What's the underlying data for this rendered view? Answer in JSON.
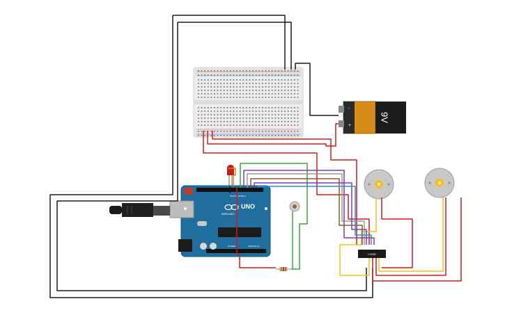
{
  "battery": {
    "label": "9V",
    "minus": "-",
    "plus": "+"
  },
  "arduino": {
    "brand": "UNO",
    "model": "ARDUINO",
    "pwm_label": "DIGITAL (PWM~)",
    "power_label": "POWER",
    "analog_label": "ANALOG IN"
  },
  "driver_chip": {
    "label": "L293D"
  },
  "colors": {
    "wire_black": "#1a1a1a",
    "wire_red": "#d11a1a",
    "wire_green": "#3aa63a",
    "wire_yellow": "#f2c21a",
    "wire_orange": "#e07d1a",
    "wire_brown": "#8b5a2b",
    "wire_purple": "#7a3fb0",
    "wire_blue": "#2f8fd6",
    "wire_grey": "#9a9a9a",
    "arduino_blue": "#1f6e9e",
    "breadboard": "#e9e9e9"
  }
}
